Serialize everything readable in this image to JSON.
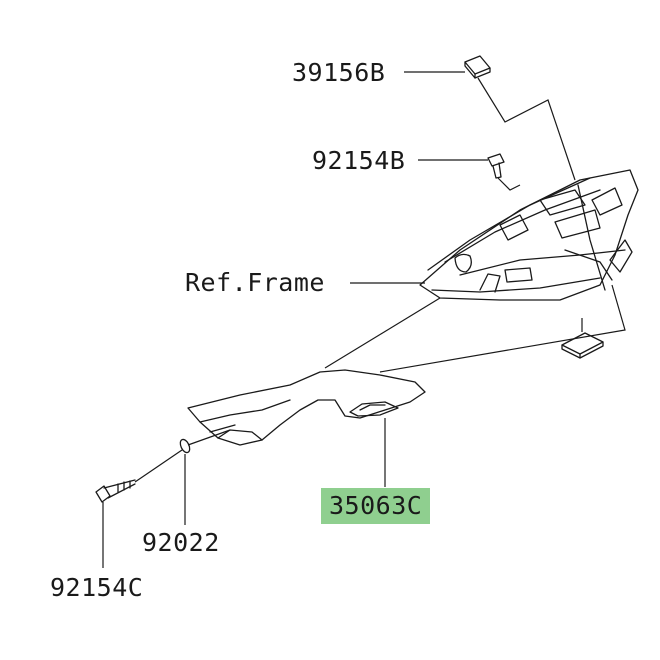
{
  "labels": {
    "p39156B": "39156B",
    "p92154B": "92154B",
    "ref_frame": "Ref.Frame",
    "p35063C": "35063C",
    "p92022": "92022",
    "p92154C": "92154C"
  },
  "highlighted_part": "35063C",
  "colors": {
    "line": "#1a1a1a",
    "highlight": "#8fcf8f",
    "part_fill": "#ffffff"
  }
}
